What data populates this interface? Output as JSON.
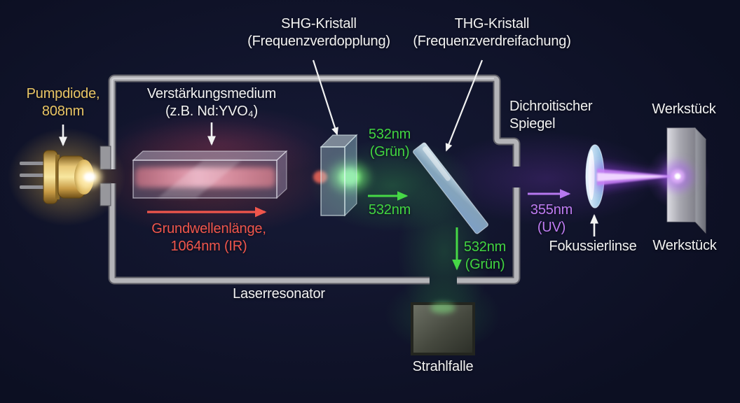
{
  "diagram": {
    "title_context": "UV laser frequency-tripling schematic",
    "labels": {
      "shg_crystal": {
        "line1": "SHG-Kristall",
        "line2": "(Frequenzverdopplung)"
      },
      "thg_crystal": {
        "line1": "THG-Kristall",
        "line2": "(Frequenzverdreifachung)"
      },
      "pump_diode": {
        "line1": "Pumpdiode,",
        "line2": "808nm"
      },
      "gain_medium": {
        "line1": "Verstärkungsmedium",
        "line2": "(z.B. Nd:YVO₄)"
      },
      "fundamental": {
        "line1": "Grundwellenlänge,",
        "line2": "1064nm (IR)"
      },
      "green_after_shg": {
        "line1": "532nm",
        "line2": "(Grün)"
      },
      "green_beam_arrow": {
        "text": "532nm"
      },
      "dichroic_mirror": {
        "line1": "Dichroitischer",
        "line2": "Spiegel"
      },
      "green_down": {
        "line1": "532nm",
        "line2": "(Grün)"
      },
      "uv_output": {
        "line1": "355nm",
        "line2": "(UV)"
      },
      "focusing_lens": {
        "text": "Fokussierlinse"
      },
      "workpiece_top": {
        "text": "Werkstück"
      },
      "workpiece_bottom": {
        "text": "Werkstück"
      },
      "resonator": {
        "text": "Laserresonator"
      },
      "beam_trap": {
        "text": "Strahlfalle"
      }
    },
    "colors": {
      "background": "#0c0f22",
      "ir_beam": "#ff4437",
      "green_beam": "#52e052",
      "residual_ir_core": "#ff9e3e",
      "uv_beam": "#cf7bff",
      "gold_text": "#e9c565",
      "red_text": "#f0564c",
      "green_text": "#41d441",
      "purple_text": "#bf7cf2",
      "white_text": "#f2f2f2",
      "resonator_wall": "#b6b6ba",
      "beam_trap_fill": "#46493f"
    }
  }
}
